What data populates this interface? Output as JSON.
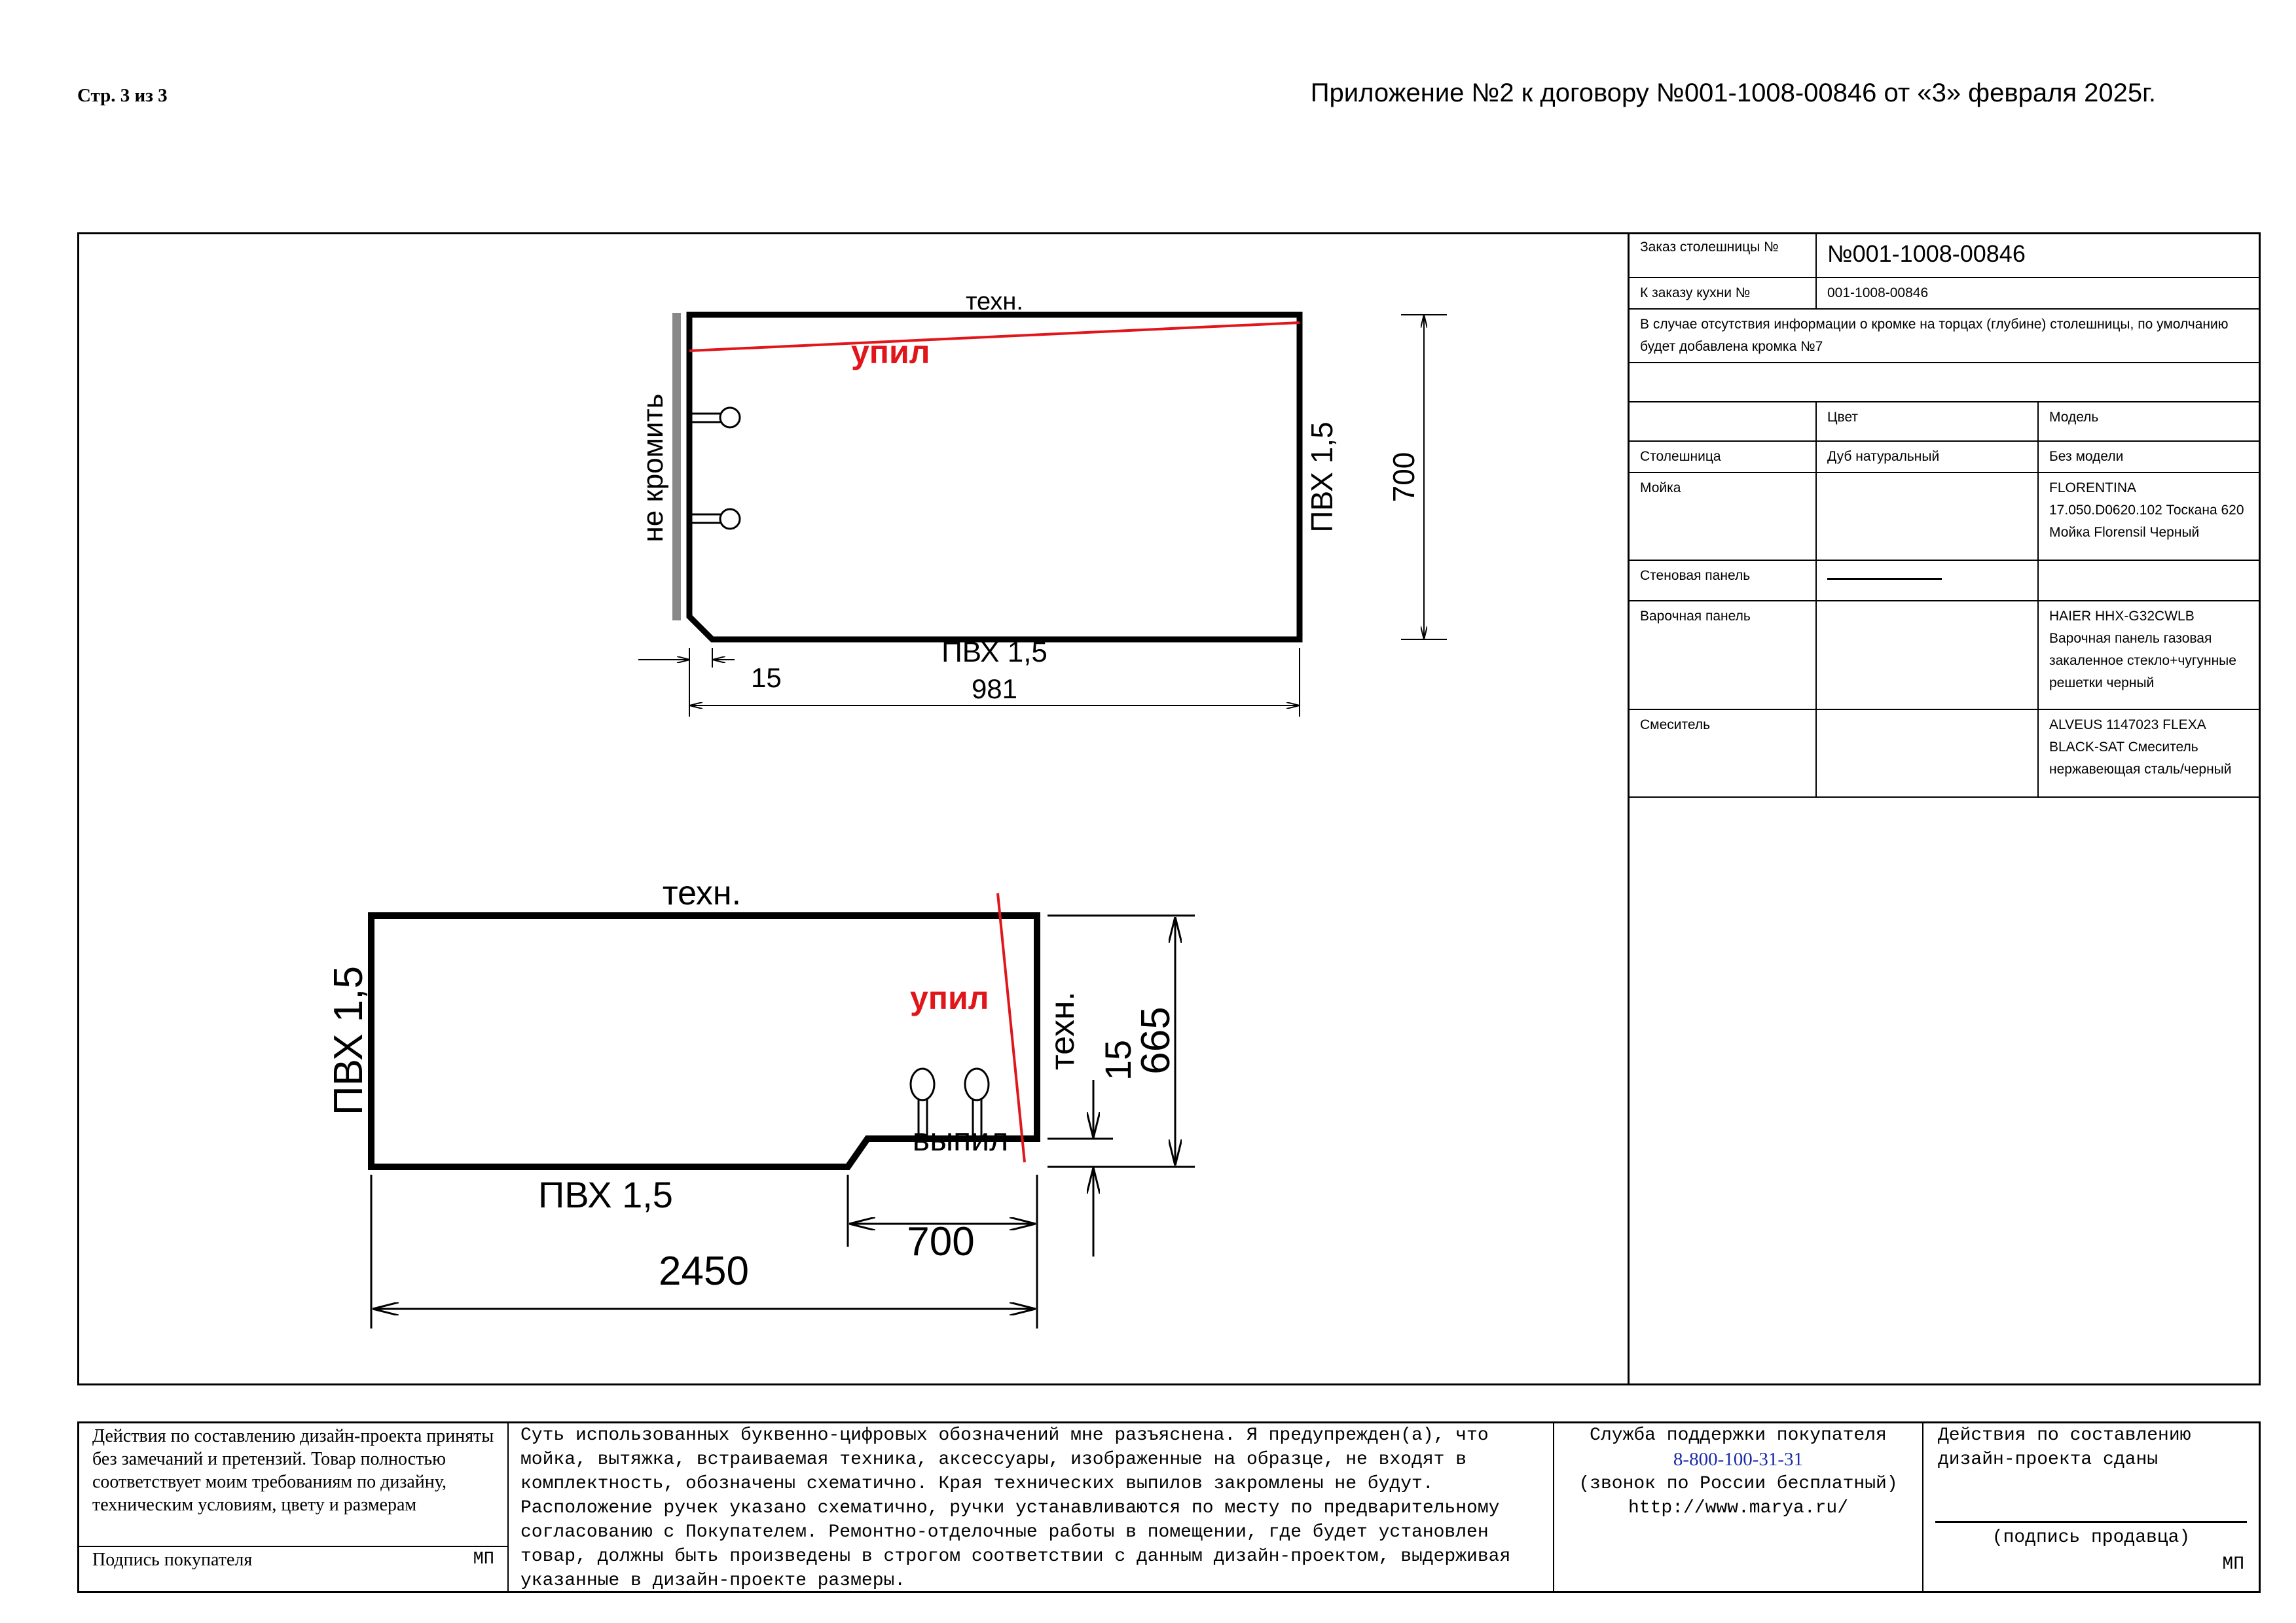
{
  "header": {
    "page": "Стр. 3 из 3",
    "title": "Приложение №2 к договору №001-1008-00846 от «3» февраля 2025г."
  },
  "drawing": {
    "part1": {
      "top_label": "техн.",
      "cut_label": "упил",
      "left_label": "не кромить",
      "right_label": "ПВХ 1,5",
      "bottom_label": "ПВХ 1,5",
      "dim_height": "700",
      "dim_offset": "15",
      "dim_width": "981"
    },
    "part2": {
      "top_label": "техн.",
      "cut_label": "упил",
      "left_label": "ПВХ 1,5",
      "right_label": "техн.",
      "bottom_label": "ПВХ 1,5",
      "notch_label": "выпил",
      "dim_height": "665",
      "dim_offset": "15",
      "dim_notch": "700",
      "dim_width": "2450"
    },
    "colors": {
      "outline": "#000000",
      "cut_line": "#e0161b",
      "dim_line": "#000000",
      "edge_mark": "#888888"
    }
  },
  "spec": {
    "order_label": "Заказ столешницы №",
    "order_number": "№001-1008-00846",
    "kitchen_label": "К заказу кухни №",
    "kitchen_number": "001-1008-00846",
    "note": "В случае отсутствия информации о кромке на торцах (глубине) столешницы, по умолчанию будет добавлена кромка №7",
    "col_color": "Цвет",
    "col_model": "Модель",
    "rows": [
      {
        "name": "Столешница",
        "color": "Дуб натуральный",
        "model": "Без модели"
      },
      {
        "name": "Мойка",
        "color": "",
        "model": "FLORENTINA 17.050.D0620.102 Тоскана 620 Мойка Florensil Черный"
      },
      {
        "name": "Стеновая панель",
        "color": "",
        "model": ""
      },
      {
        "name": "Варочная панель",
        "color": "",
        "model": "HAIER HHX-G32CWLB Варочная панель газовая закаленное стекло+чугунные решетки черный"
      },
      {
        "name": "Смеситель",
        "color": "",
        "model": "ALVEUS 1147023 FLEXA BLACK-SAT Смеситель нержавеющая сталь/черный"
      }
    ]
  },
  "footer": {
    "acceptance": "Действия по составлению дизайн-проекта приняты без замечаний и претензий. Товар полностью соответствует моим требованиям по дизайну, техническим условиям, цвету и размерам",
    "buyer_sign": "Подпись покупателя",
    "mp1": "МП",
    "statement": "Суть использованных буквенно-цифровых обозначений мне разъяснена. Я предупрежден(а), что мойка, вытяжка, встраиваемая техника, аксессуары, изображенные на образце, не входят в комплектность, обозначены схематично. Края технических выпилов закромлены не будут. Расположение ручек указано схематично, ручки устанавливаются по месту по предварительному согласованию с Покупателем. Ремонтно-отделочные работы в помещении, где будет установлен товар, должны быть произведены в строгом соответствии с данным дизайн-проектом, выдерживая указанные в дизайн-проекте размеры.",
    "support_title": "Служба поддержки покупателя",
    "support_phone": "8-800-100-31-31",
    "support_note": "(звонок по России бесплатный)",
    "support_site": "http://www.marya.ru/",
    "handover": "Действия по составлению дизайн-проекта сданы",
    "seller_sign": "(подпись продавца)",
    "mp2": "МП"
  }
}
